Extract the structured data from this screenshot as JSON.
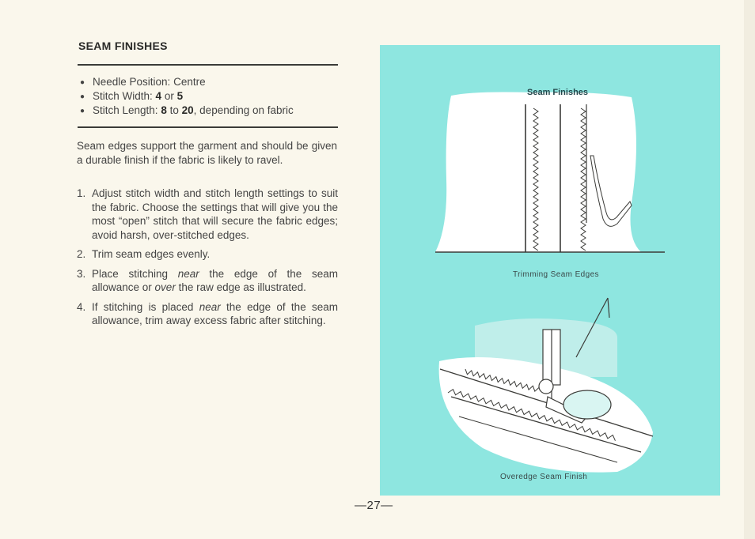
{
  "heading": "SEAM FINISHES",
  "specs": [
    {
      "label": "Needle Position:",
      "value": "Centre",
      "suffix": ""
    },
    {
      "label": "Stitch Width:",
      "value": "4",
      "joiner": "or",
      "value2": "5",
      "suffix": ""
    },
    {
      "label": "Stitch Length:",
      "value": "8",
      "joiner": "to",
      "value2": "20",
      "suffix": ", depending on fabric"
    }
  ],
  "intro": "Seam edges support the garment and should be given a durable finish if the fabric is likely to ravel.",
  "steps": [
    {
      "num": "1.",
      "text_a": "Adjust stitch width and stitch length settings to suit the fabric. Choose the settings that will give you the most “open” stitch that will secure the fabric edges; avoid harsh, over-stitched edges.",
      "em": "",
      "text_b": "",
      "em2": "",
      "text_c": ""
    },
    {
      "num": "2.",
      "text_a": "Trim seam edges evenly.",
      "em": "",
      "text_b": "",
      "em2": "",
      "text_c": ""
    },
    {
      "num": "3.",
      "text_a": "Place stitching ",
      "em": "near",
      "text_b": " the edge of the seam allowance or ",
      "em2": "over",
      "text_c": " the raw edge as illustrated."
    },
    {
      "num": "4.",
      "text_a": "If stitching is placed ",
      "em": "near",
      "text_b": " the edge of the seam allowance, trim away excess fabric after stitching.",
      "em2": "",
      "text_c": ""
    }
  ],
  "figure": {
    "title": "Seam Finishes",
    "caption_top": "Trimming Seam Edges",
    "caption_bottom": "Overedge Seam Finish"
  },
  "page_number": "—27—",
  "colors": {
    "panel": "#8ee6e0",
    "fabric": "#ffffff",
    "ink": "#3b3b38"
  }
}
